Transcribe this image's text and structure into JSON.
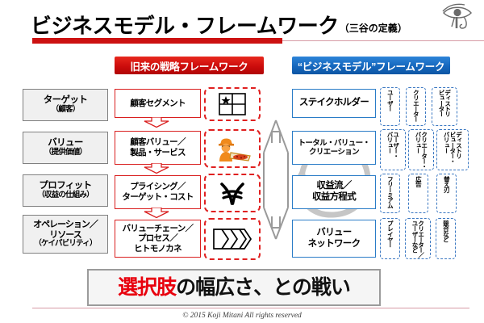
{
  "slide": {
    "title_main": "ビジネスモデル・フレームワーク",
    "title_sub": "（三谷の定義）",
    "logo": "eye-of-horus-logo"
  },
  "columns": {
    "old_banner": "旧来の戦略フレームワーク",
    "new_banner": "“ビジネスモデル”フレームワーク"
  },
  "left_labels": [
    {
      "line1": "ターゲット",
      "line2": "（顧客）"
    },
    {
      "line1": "バリュー",
      "line2": "（提供価値）"
    },
    {
      "line1": "プロフィット",
      "line2": "（収益の仕組み）"
    },
    {
      "line1": "オペレーション／",
      "line2b": "リソース",
      "line2": "（ケイパビリティ）"
    }
  ],
  "old_framework": [
    {
      "lines": [
        "顧客セグメント"
      ],
      "icon": "four-quadrant-matrix-icon"
    },
    {
      "lines": [
        "顧客バリュー／",
        "製品・サービス"
      ],
      "icon": "pizza-delivery-icon"
    },
    {
      "lines": [
        "プライシング／",
        "ターゲット・コスト"
      ],
      "icon": "yen-symbol-icon"
    },
    {
      "lines": [
        "バリューチェーン／",
        "プロセス／",
        "ヒトモノカネ"
      ],
      "icon": "value-chain-arrows-icon"
    }
  ],
  "new_framework": [
    {
      "lines": [
        "ステイクホルダー"
      ]
    },
    {
      "lines": [
        "トータル・バリュー・",
        "クリエーション"
      ]
    },
    {
      "lines": [
        "収益流／",
        "収益方程式"
      ]
    },
    {
      "lines": [
        "バリュー",
        "ネットワーク"
      ]
    }
  ],
  "right_tags": [
    [
      {
        "cols": [
          "ユーザー"
        ]
      },
      {
        "cols": [
          "クリエーター"
        ]
      },
      {
        "cols": [
          "ディストリ",
          "ビューター"
        ]
      }
    ],
    [
      {
        "cols": [
          "ユーザー・",
          "バリュー"
        ]
      },
      {
        "cols": [
          "クリエーター・",
          "バリュー"
        ]
      },
      {
        "cols": [
          "ディストリ",
          "ビューター・",
          "バリュー"
        ]
      }
    ],
    [
      {
        "cols": [
          "フリーミアム"
        ]
      },
      {
        "cols": [
          "広告"
        ]
      },
      {
        "cols": [
          "替え刃"
        ]
      }
    ],
    [
      {
        "cols": [
          "プレイヤー"
        ]
      },
      {
        "cols": [
          "クリエーター／",
          "ユーザーなど"
        ]
      },
      {
        "cols": [
          "競合など"
        ]
      }
    ]
  ],
  "bottom_banner": {
    "highlight": "選択肢",
    "rest": "の幅広さ、との戦い"
  },
  "footer": "© 2015 Koji Mitani All rights reserved",
  "colors": {
    "red": "#cc1111",
    "blue": "#1567bd",
    "highlight_red": "#e8000d",
    "gray_arrow": "#9a9a9a",
    "pink_rule": "#d79ba6"
  }
}
